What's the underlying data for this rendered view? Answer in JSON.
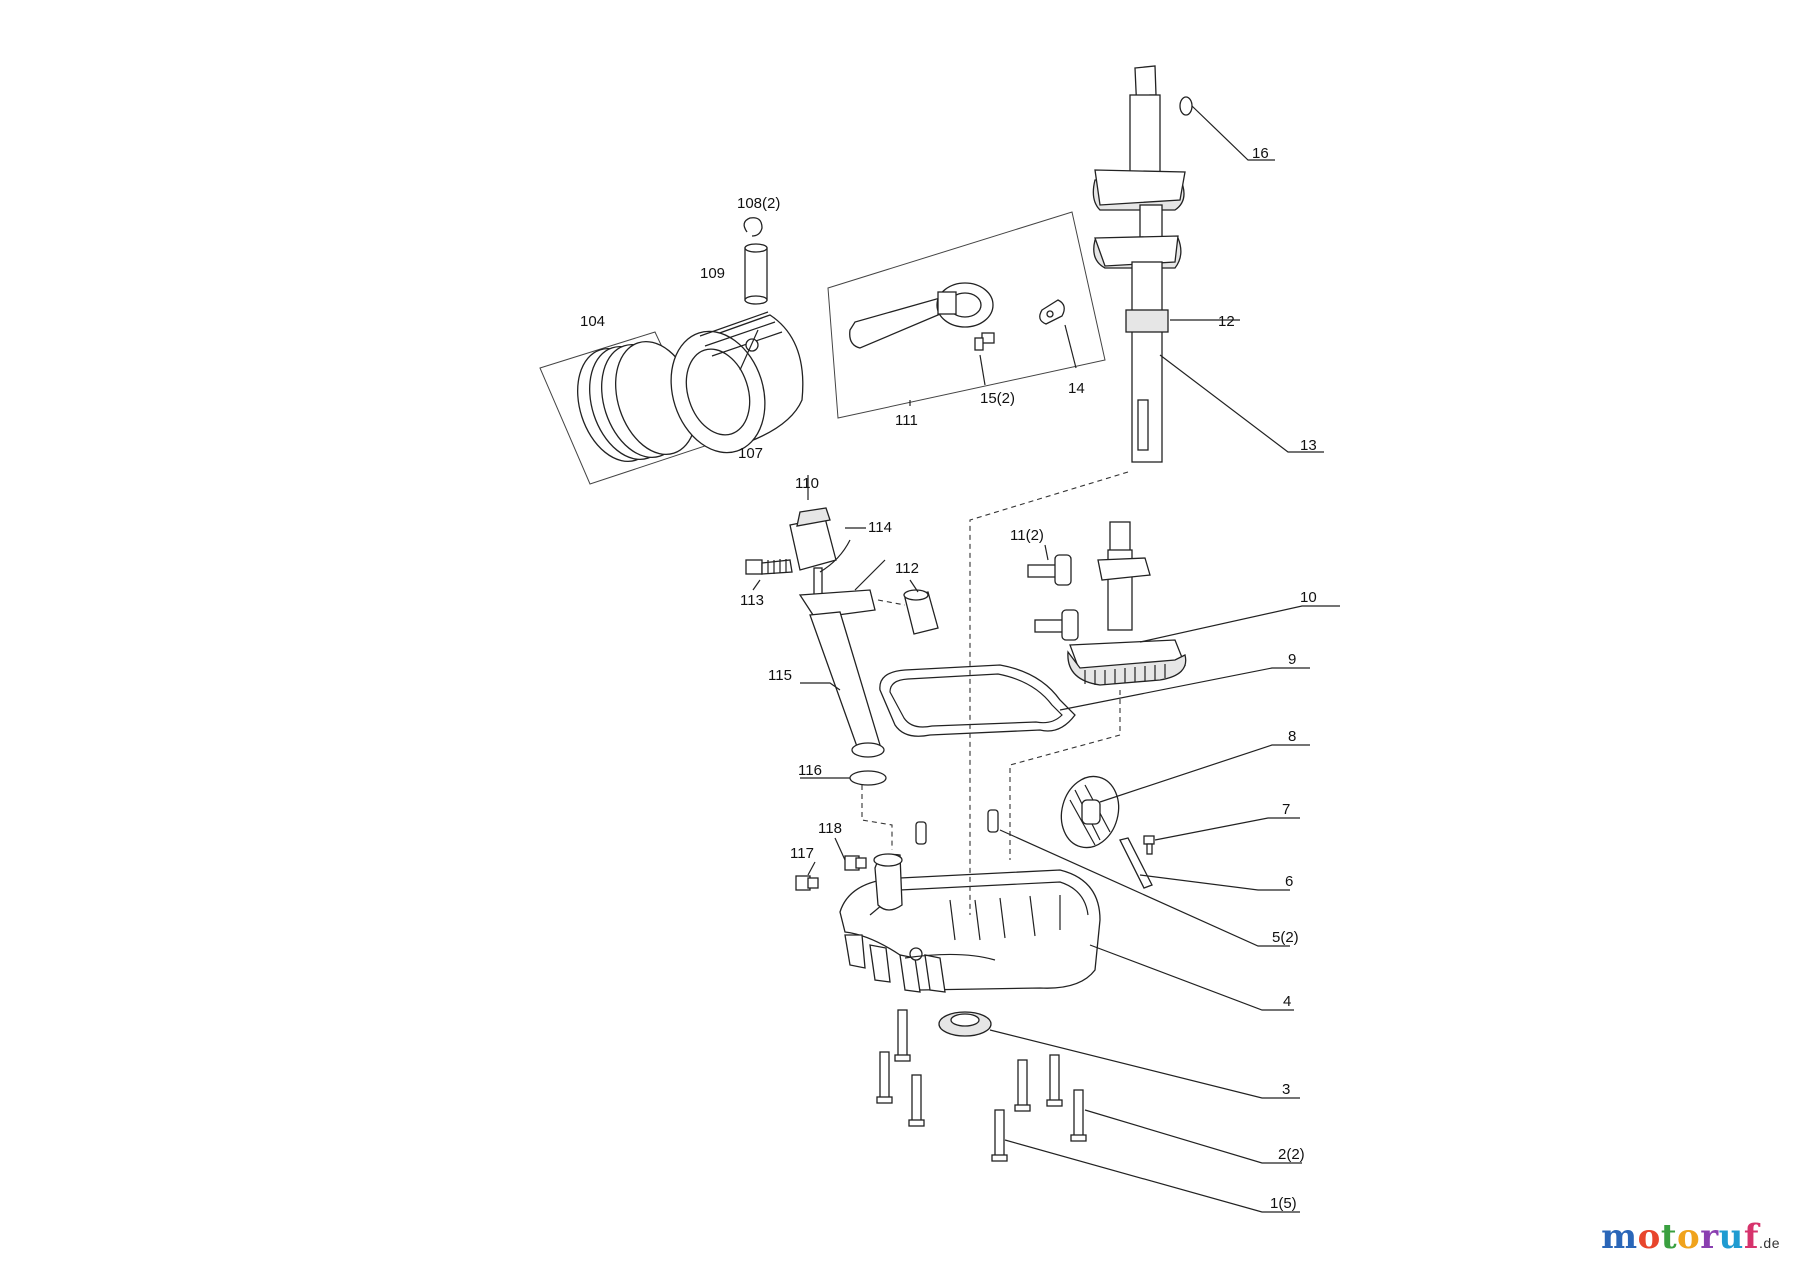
{
  "labels": {
    "l16": "16",
    "l12": "12",
    "l13": "13",
    "l108": "108(2)",
    "l109": "109",
    "l104": "104",
    "l107": "107",
    "l111": "111",
    "l15": "15(2)",
    "l14": "14",
    "l110": "110",
    "l114": "114",
    "l113": "113",
    "l112": "112",
    "l11": "11(2)",
    "l10": "10",
    "l9": "9",
    "l115": "115",
    "l8": "8",
    "l116": "116",
    "l7": "7",
    "l118": "118",
    "l117": "117",
    "l6": "6",
    "l5": "5(2)",
    "l4": "4",
    "l3": "3",
    "l2": "2(2)",
    "l1": "1(5)"
  },
  "logo": {
    "text": "motoruf",
    "suffix": ".de"
  }
}
